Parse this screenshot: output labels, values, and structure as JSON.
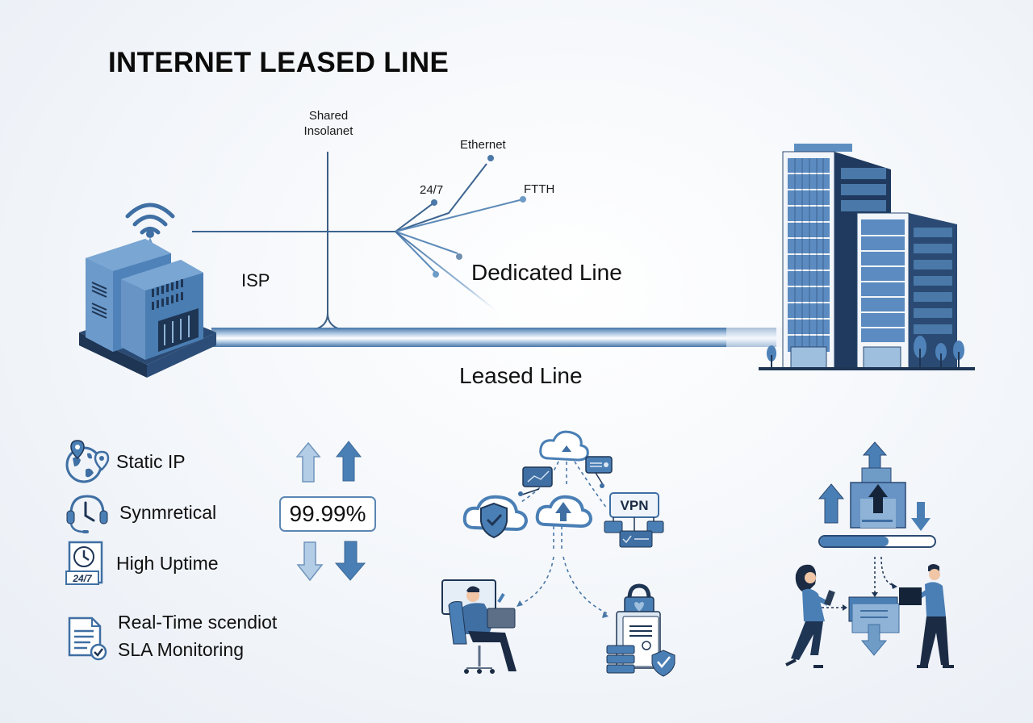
{
  "title": "INTERNET LEASED LINE",
  "diagram": {
    "labels": {
      "shared": "Shared\nInsolanet",
      "ethernet": "Ethernet",
      "twenty_four_seven": "24/7",
      "ftth": "FTTH",
      "isp": "ISP",
      "dedicated_line": "Dedicated Line",
      "leased_line": "Leased Line"
    },
    "nodes": {
      "left": "isp-building",
      "right": "office-buildings"
    }
  },
  "features": [
    {
      "label": "Static IP",
      "icon": "globe-location-icon"
    },
    {
      "label": "Synmretical",
      "icon": "headset-clock-icon"
    },
    {
      "label": "High Uptime",
      "icon": "calendar-24-7-icon"
    },
    {
      "label_line1": "Real-Time scendiot",
      "label_line2": "SLA Monitoring",
      "icon": "document-check-icon"
    }
  ],
  "uptime": {
    "value": "99.99%",
    "icons": [
      "arrow-up-light-icon",
      "arrow-up-dark-icon",
      "arrow-down-light-icon",
      "arrow-down-dark-icon"
    ]
  },
  "cloud_cluster": {
    "vpn_label": "VPN",
    "icons": [
      "cloud-top-icon",
      "cloud-shield-icon",
      "cloud-upload-icon",
      "chart-card-icon",
      "settings-card-icon",
      "vpn-box-icon",
      "person-laptop-icon",
      "locked-document-icon"
    ]
  },
  "transfer_scene": {
    "progress_fraction": 0.6,
    "icons": [
      "upload-box-icon",
      "arrow-up-icon",
      "arrow-down-icon",
      "progress-bar",
      "woman-tablet-icon",
      "download-card-icon",
      "man-laptop-icon"
    ]
  },
  "colors": {
    "primary": "#3f6fa3",
    "dark": "#1e3554",
    "light": "#8fb3d6",
    "line": "#4a78a8"
  }
}
